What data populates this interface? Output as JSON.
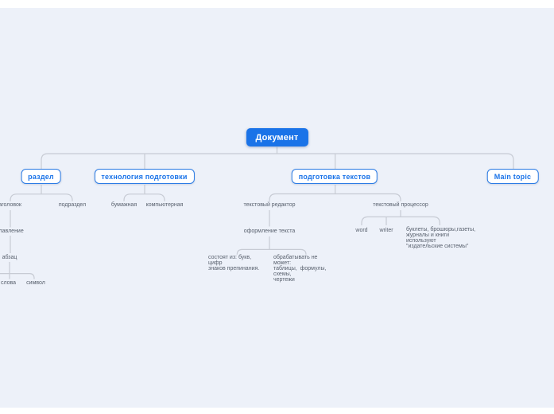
{
  "canvas": {
    "background_color": "#edf1f9",
    "margin_color": "#ffffff",
    "connector_color": "#c7cbd4"
  },
  "colors": {
    "root_bg": "#1a73e8",
    "root_text": "#ffffff",
    "topic_border": "#2c7ce5",
    "topic_text": "#1a73e8",
    "label_text": "#59616e"
  },
  "mindmap": {
    "root": {
      "label": "Документ"
    },
    "topics": {
      "razdel": {
        "label": "раздел"
      },
      "tehnologiya": {
        "label": "технология подготовки"
      },
      "podgotovka": {
        "label": "подготовка текстов"
      },
      "main_topic": {
        "label": "Main topic"
      }
    },
    "labels": {
      "zagolovok": "заголовок",
      "podrazdel": "подраздел",
      "oglavlenie": "оглавление",
      "abzac": "абзац",
      "slova": "слова",
      "simvol": "символ",
      "bumazhnaya": "бумажная",
      "kompyuternaya": "компьютерная",
      "tekstovyi_redaktor": "текстовый редактор",
      "tekstovyi_processor": "текстовый процессор",
      "oformlenie_teksta": "оформление текста",
      "sostoyat": "состоят из: букв, цифр\nзнаков препинания.",
      "obrabatyvat": "обрабатывать не может:\nтаблицы,  формулы, схемы,\nчертежи",
      "word": "word",
      "writer": "writer",
      "buklety": "буклеты, брошюры,газеты,\nжурналы и книги используют\n\"издательские системы\""
    }
  }
}
